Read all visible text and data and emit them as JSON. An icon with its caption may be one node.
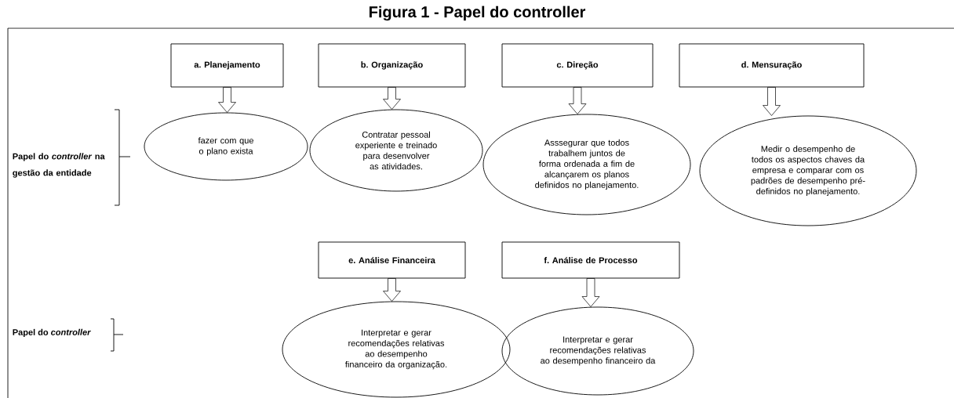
{
  "diagram": {
    "title": "Figura 1 - Papel do controller",
    "nodes": [
      {
        "text": [
          "a. Planejamento"
        ]
      },
      {
        "text": [
          "b. Organização"
        ]
      },
      {
        "text": [
          "c. Direção"
        ]
      },
      {
        "text": [
          "d. Mensuração"
        ]
      },
      {
        "text": [
          "fazer com que o plano exista"
        ]
      },
      {
        "text": [
          "Contratar pessoal experiente e treinado para desenvolver as atividades."
        ]
      },
      {
        "text": [
          "Asssegurar que todos trabalhem juntos de forma ordenada a fim de alcançarem os planos definidos no planejamento."
        ]
      },
      {
        "text": [
          "Medir o desempenho de todos os aspectos chaves da empresa e comparar com os padrões de desempenho pré-definidos no planejamento."
        ]
      },
      {
        "text": [
          "e. Análise Financeira"
        ]
      },
      {
        "text": [
          "f. Análise de Processo"
        ]
      },
      {
        "text": [
          "Interpretar e gerar recomendações relativas ao desempenho financeiro da organização."
        ]
      },
      {
        "text": [
          "Interpretar e gerar recomendações relativas ao desempenho financeiro da"
        ]
      }
    ],
    "edges": [
      {
        "from": 0,
        "to": 4,
        "arrow": "to"
      },
      {
        "from": 1,
        "to": 5,
        "arrow": "to"
      },
      {
        "from": 2,
        "to": 6,
        "arrow": "to"
      },
      {
        "from": 3,
        "to": 7,
        "arrow": "to"
      },
      {
        "from": 8,
        "to": 10,
        "arrow": "to"
      },
      {
        "from": 9,
        "to": 11,
        "arrow": "to"
      }
    ],
    "labels": [
      "Papel do *controller* na gestão da entidade",
      "Papel do *controller*"
    ]
  }
}
